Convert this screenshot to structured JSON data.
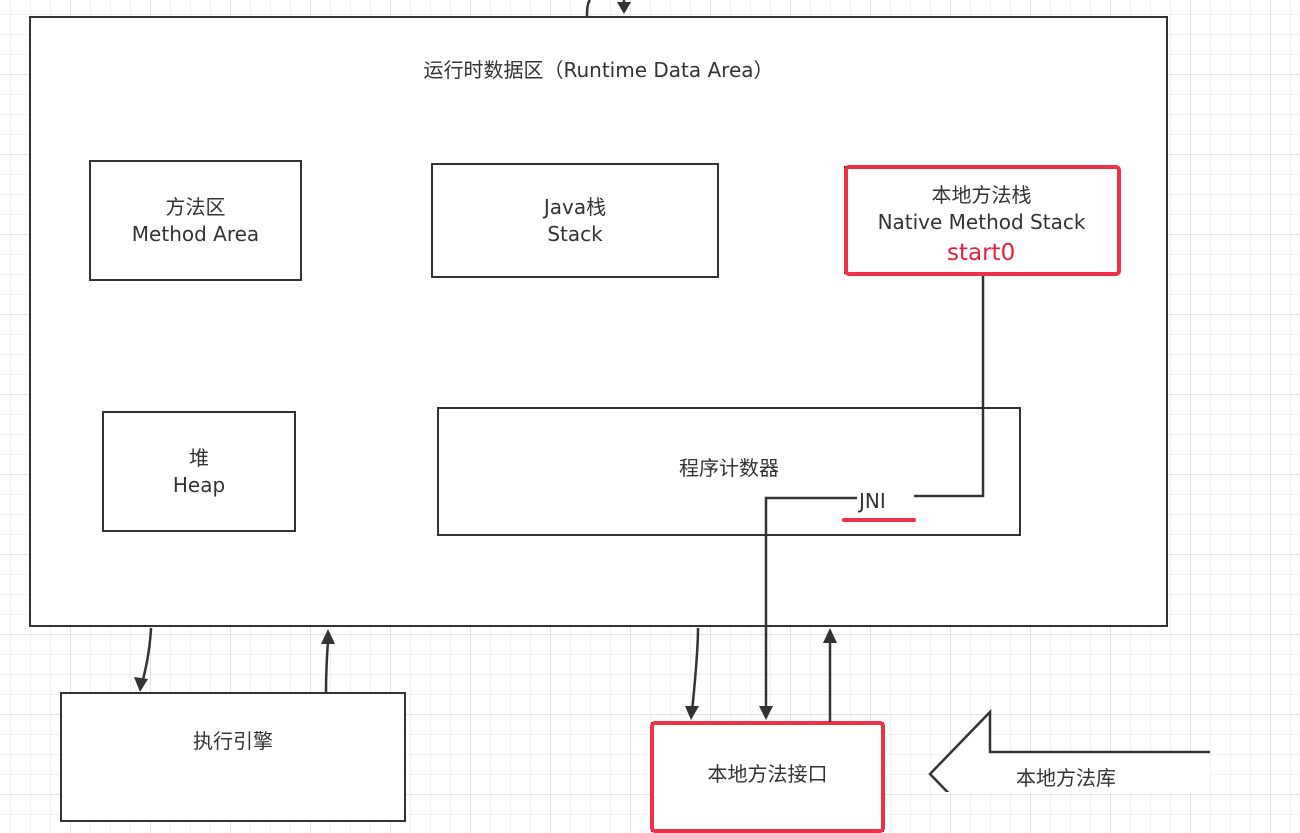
{
  "container": {
    "title": "运行时数据区（Runtime Data Area）"
  },
  "boxes": {
    "method_area": {
      "cn": "方法区",
      "en": "Method Area"
    },
    "java_stack": {
      "cn": "Java栈",
      "en": "Stack"
    },
    "native_stack": {
      "cn": "本地方法栈",
      "en": "Native Method Stack"
    },
    "heap": {
      "cn": "堆",
      "en": "Heap"
    },
    "program_counter": {
      "cn": "程序计数器"
    },
    "execution_engine": {
      "cn": "执行引擎"
    },
    "native_interface": {
      "cn": "本地方法接口"
    },
    "native_library": {
      "cn": "本地方法库"
    }
  },
  "annotations": {
    "start0": "start0",
    "jni": "JNI"
  },
  "colors": {
    "highlight": "#ee3146",
    "stroke": "#333333"
  }
}
